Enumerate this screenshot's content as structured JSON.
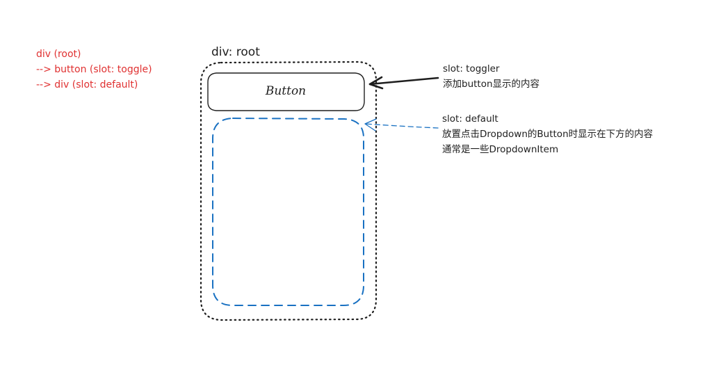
{
  "tree": {
    "lines": [
      "div (root)",
      "--> button (slot: toggle)",
      "--> div (slot: default)"
    ],
    "color": "#e03131"
  },
  "root": {
    "label": "div: root"
  },
  "button": {
    "label": "Button"
  },
  "notes": {
    "toggler": {
      "lines": [
        "slot: toggler",
        "添加button显示的内容"
      ]
    },
    "default": {
      "lines": [
        "slot: default",
        "放置点击Dropdown的Button时显示在下方的内容",
        "通常是一些DropdownItem"
      ]
    }
  },
  "colors": {
    "ink": "#1e1e1e",
    "slot_default": "#1971c2",
    "tree_text": "#e03131"
  }
}
